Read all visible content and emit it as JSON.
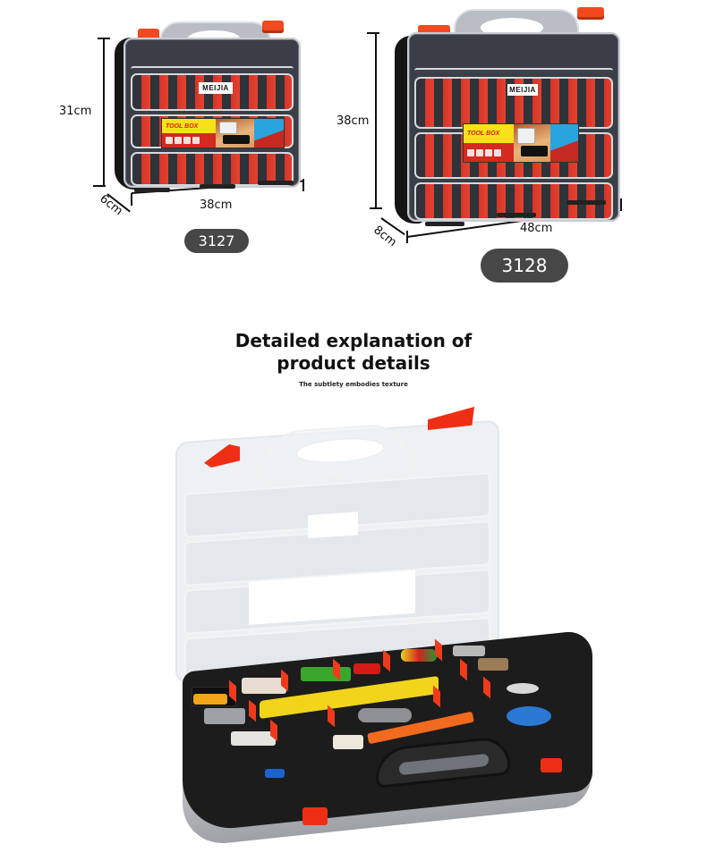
{
  "products": [
    {
      "model": "3127",
      "brand": "MEIJIA",
      "label_text": "TOOL BOX",
      "dimensions": {
        "height": "31cm",
        "width": "38cm",
        "depth": "6cm"
      }
    },
    {
      "model": "3128",
      "brand": "MEIJIA",
      "label_text": "TOOL BOX",
      "dimensions": {
        "height": "38cm",
        "width": "48cm",
        "depth": "8cm"
      }
    }
  ],
  "details_section": {
    "title_line1": "Detailed explanation of",
    "title_line2": "product details",
    "subtitle": "The subtlety embodies texture"
  },
  "colors": {
    "pill_bg": "#474747",
    "accent_red": "#f04a1e",
    "case_dark": "#3a3e46",
    "tray_black": "#1c1c1c"
  }
}
